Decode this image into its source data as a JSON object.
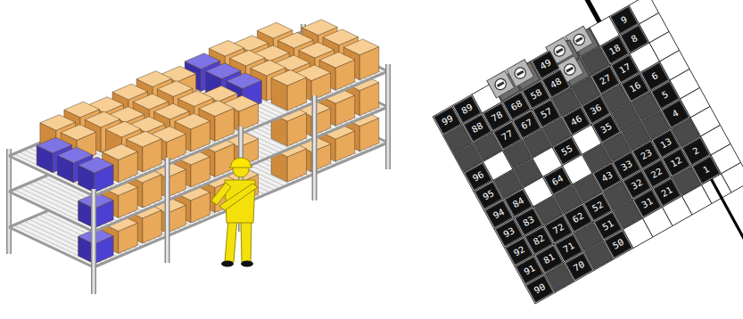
{
  "diagram": {
    "nodes": [
      {
        "text": [
          "99"
        ]
      },
      {
        "text": [
          "89"
        ]
      },
      {
        "text": [
          "49"
        ]
      },
      {
        "text": [
          "9"
        ]
      },
      {
        "text": [
          "88"
        ]
      },
      {
        "text": [
          "78"
        ]
      },
      {
        "text": [
          "68"
        ]
      },
      {
        "text": [
          "58"
        ]
      },
      {
        "text": [
          "48"
        ]
      },
      {
        "text": [
          "18"
        ]
      },
      {
        "text": [
          "8"
        ]
      },
      {
        "text": [
          "77"
        ]
      },
      {
        "text": [
          "67"
        ]
      },
      {
        "text": [
          "57"
        ]
      },
      {
        "text": [
          "27"
        ]
      },
      {
        "text": [
          "17"
        ]
      },
      {
        "text": [
          "96"
        ]
      },
      {
        "text": [
          "46"
        ]
      },
      {
        "text": [
          "36"
        ]
      },
      {
        "text": [
          "16"
        ]
      },
      {
        "text": [
          "6"
        ]
      },
      {
        "text": [
          "95"
        ]
      },
      {
        "text": [
          "55"
        ]
      },
      {
        "text": [
          "35"
        ]
      },
      {
        "text": [
          "5"
        ]
      },
      {
        "text": [
          "94"
        ]
      },
      {
        "text": [
          "84"
        ]
      },
      {
        "text": [
          "64"
        ]
      },
      {
        "text": [
          "4"
        ]
      },
      {
        "text": [
          "93"
        ]
      },
      {
        "text": [
          "83"
        ]
      },
      {
        "text": [
          "43"
        ]
      },
      {
        "text": [
          "33"
        ]
      },
      {
        "text": [
          "23"
        ]
      },
      {
        "text": [
          "13"
        ]
      },
      {
        "text": [
          "92"
        ]
      },
      {
        "text": [
          "82"
        ]
      },
      {
        "text": [
          "72"
        ]
      },
      {
        "text": [
          "62"
        ]
      },
      {
        "text": [
          "52"
        ]
      },
      {
        "text": [
          "32"
        ]
      },
      {
        "text": [
          "22"
        ]
      },
      {
        "text": [
          "12"
        ]
      },
      {
        "text": [
          "2"
        ]
      },
      {
        "text": [
          "91"
        ]
      },
      {
        "text": [
          "81"
        ]
      },
      {
        "text": [
          "71"
        ]
      },
      {
        "text": [
          "51"
        ]
      },
      {
        "text": [
          "31"
        ]
      },
      {
        "text": [
          "21"
        ]
      },
      {
        "text": [
          "1"
        ]
      },
      {
        "text": [
          "90"
        ]
      },
      {
        "text": [
          "70"
        ]
      },
      {
        "text": [
          "50"
        ]
      }
    ]
  }
}
